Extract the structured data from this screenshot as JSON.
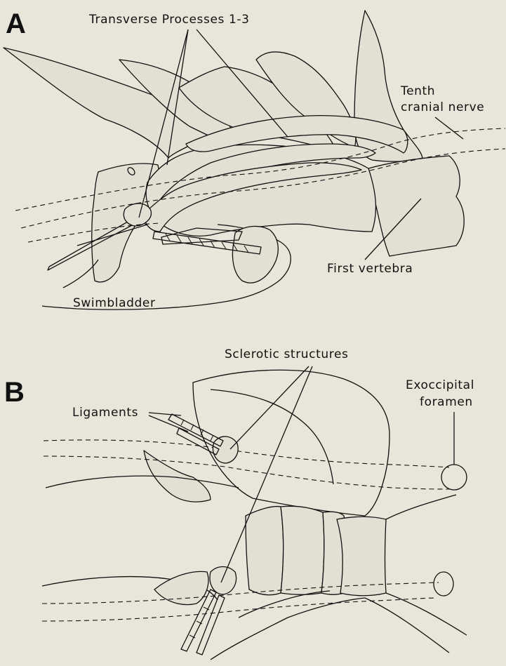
{
  "panels": [
    {
      "letter": "A",
      "labels": {
        "transverse_processes": "Transverse Processes 1-3",
        "tenth_nerve_line1": "Tenth",
        "tenth_nerve_line2": "cranial nerve",
        "first_vertebra": "First vertebra",
        "swimbladder": "Swimbladder"
      }
    },
    {
      "letter": "B",
      "labels": {
        "sclerotic_structures": "Sclerotic structures",
        "ligaments": "Ligaments",
        "exoccipital_line1": "Exoccipital",
        "exoccipital_line2": "foramen"
      }
    }
  ]
}
